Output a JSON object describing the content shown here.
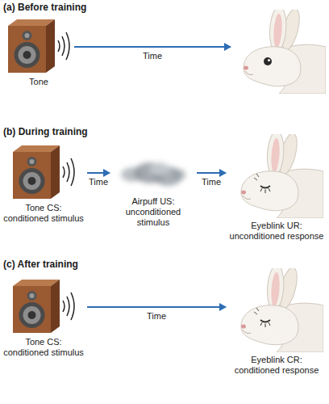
{
  "diagram": {
    "nodes": [
      {
        "text": [
          "Tone"
        ]
      },
      {
        "text": []
      },
      {
        "text": [
          "Tone CS: conditioned stimulus"
        ]
      },
      {
        "text": [
          "Airpuff US: unconditioned stimulus"
        ]
      },
      {
        "text": [
          "Eyeblink UR: unconditioned response"
        ]
      },
      {
        "text": [
          "Tone CS: conditioned stimulus"
        ]
      },
      {
        "text": [
          "Eyeblink CR: conditioned response"
        ]
      }
    ],
    "edges": [
      {
        "from": 0,
        "to": 1,
        "label": "Time",
        "arrow": "to"
      },
      {
        "from": 2,
        "to": 3,
        "label": "Time",
        "arrow": "to"
      },
      {
        "from": 3,
        "to": 4,
        "label": "Time",
        "arrow": "to"
      },
      {
        "from": 5,
        "to": 6,
        "label": "Time",
        "arrow": "to"
      }
    ],
    "labels": [
      "(a) Before training",
      "(b) During training",
      "(c) After training"
    ]
  }
}
